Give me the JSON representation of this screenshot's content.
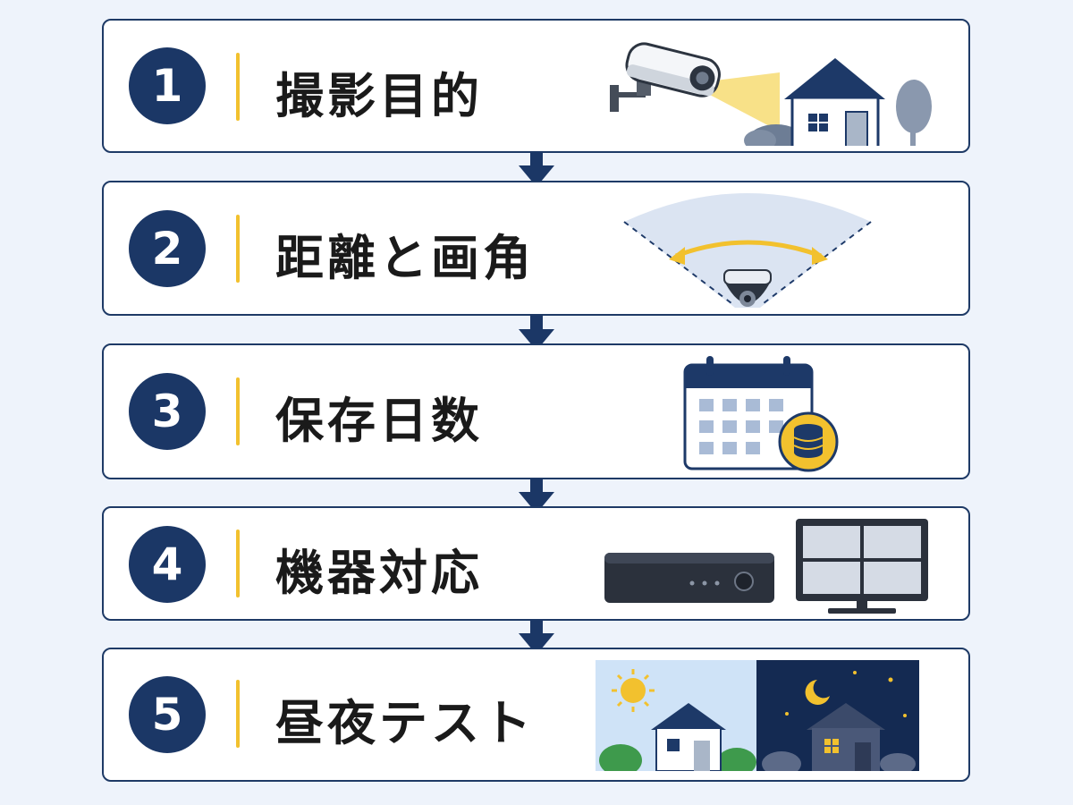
{
  "steps": [
    {
      "number": "1",
      "label": "撮影目的",
      "illustration": "security-camera-house-icon"
    },
    {
      "number": "2",
      "label": "距離と画角",
      "illustration": "camera-viewing-angle-icon"
    },
    {
      "number": "3",
      "label": "保存日数",
      "illustration": "calendar-storage-icon"
    },
    {
      "number": "4",
      "label": "機器対応",
      "illustration": "recorder-monitor-icon"
    },
    {
      "number": "5",
      "label": "昼夜テスト",
      "illustration": "day-night-house-icon"
    }
  ],
  "colors": {
    "navy": "#1b3766",
    "accent_yellow": "#f2c12e",
    "background": "#eef3fb"
  }
}
